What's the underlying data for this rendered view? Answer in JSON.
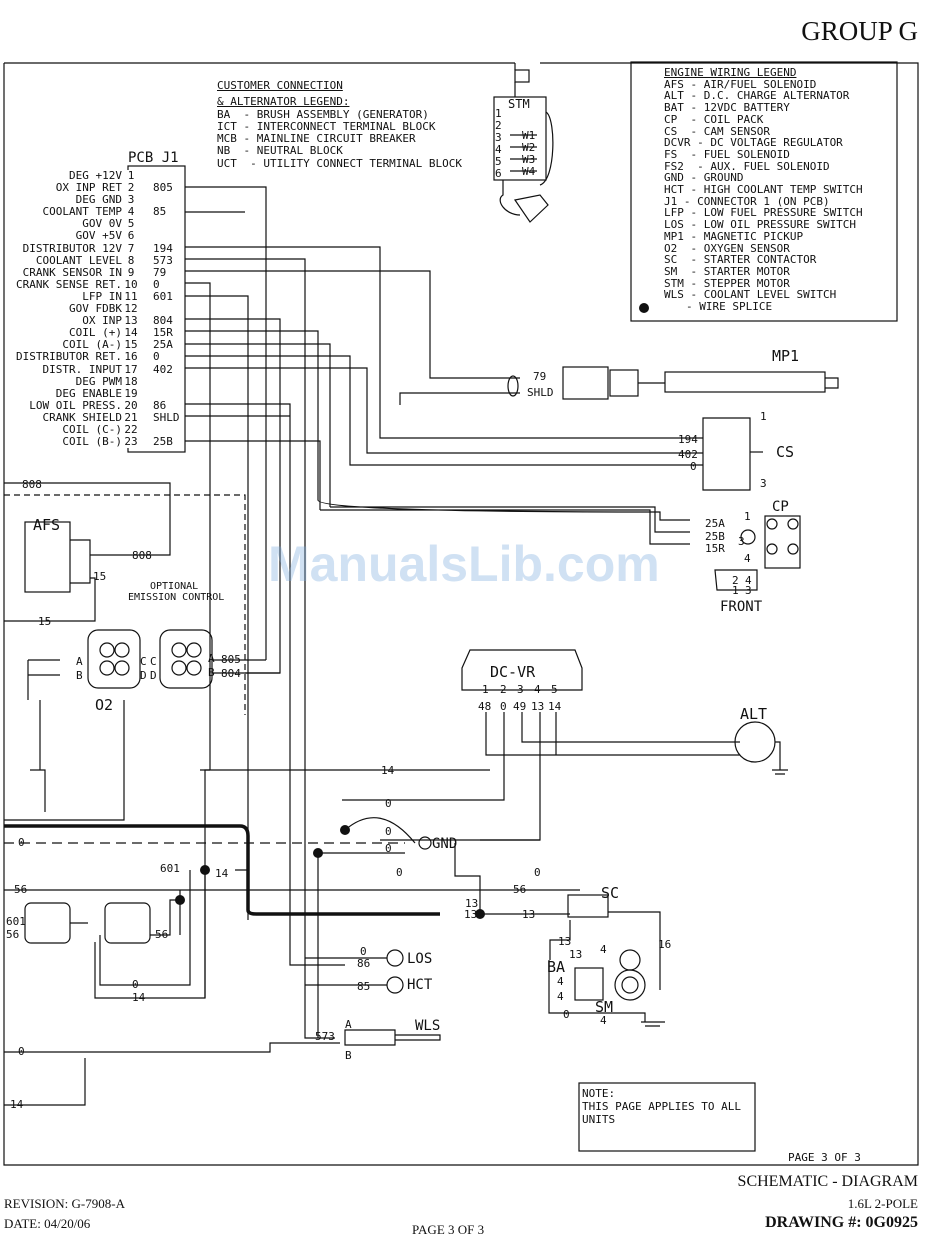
{
  "header": {
    "group": "GROUP G"
  },
  "customer_legend": {
    "title1": "CUSTOMER CONNECTION",
    "title2": "& ALTERNATOR LEGEND:",
    "items": [
      "BA  - BRUSH ASSEMBLY (GENERATOR)",
      "ICT - INTERCONNECT TERMINAL BLOCK",
      "MCB - MAINLINE CIRCUIT BREAKER",
      "NB  - NEUTRAL BLOCK",
      "UCT  - UTILITY CONNECT TERMINAL BLOCK"
    ]
  },
  "engine_legend": {
    "title": "ENGINE WIRING LEGEND",
    "items": [
      "AFS - AIR/FUEL SOLENOID",
      "ALT - D.C. CHARGE ALTERNATOR",
      "BAT - 12VDC BATTERY",
      "CP  - COIL PACK",
      "CS  - CAM SENSOR",
      "DCVR - DC VOLTAGE REGULATOR",
      "FS  - FUEL SOLENOID",
      "FS2  - AUX. FUEL SOLENOID",
      "GND - GROUND",
      "HCT - HIGH COOLANT TEMP SWITCH",
      "J1 - CONNECTOR 1 (ON PCB)",
      "LFP - LOW FUEL PRESSURE SWITCH",
      "LOS - LOW OIL PRESSURE SWITCH",
      "MP1 - MAGNETIC PICKUP",
      "O2  - OXYGEN SENSOR",
      "SC  - STARTER CONTACTOR",
      "SM  - STARTER MOTOR",
      "STM - STEPPER MOTOR",
      "WLS - COOLANT LEVEL SWITCH"
    ],
    "splice_label": "- WIRE SPLICE"
  },
  "pcb": {
    "title": "PCB J1",
    "pins": [
      {
        "label": "DEG +12V",
        "num": "1",
        "wire": ""
      },
      {
        "label": "OX INP RET",
        "num": "2",
        "wire": "805"
      },
      {
        "label": "DEG GND",
        "num": "3",
        "wire": ""
      },
      {
        "label": "COOLANT TEMP",
        "num": "4",
        "wire": "85"
      },
      {
        "label": "GOV 0V",
        "num": "5",
        "wire": ""
      },
      {
        "label": "GOV +5V",
        "num": "6",
        "wire": ""
      },
      {
        "label": "DISTRIBUTOR 12V",
        "num": "7",
        "wire": "194"
      },
      {
        "label": "COOLANT LEVEL",
        "num": "8",
        "wire": "573"
      },
      {
        "label": "CRANK SENSOR IN",
        "num": "9",
        "wire": "79"
      },
      {
        "label": "CRANK SENSE RET.",
        "num": "10",
        "wire": "0"
      },
      {
        "label": "LFP IN",
        "num": "11",
        "wire": "601"
      },
      {
        "label": "GOV FDBK",
        "num": "12",
        "wire": ""
      },
      {
        "label": "OX INP",
        "num": "13",
        "wire": "804"
      },
      {
        "label": "COIL (+)",
        "num": "14",
        "wire": "15R"
      },
      {
        "label": "COIL (A-)",
        "num": "15",
        "wire": "25A"
      },
      {
        "label": "DISTRIBUTOR RET.",
        "num": "16",
        "wire": "0"
      },
      {
        "label": "DISTR. INPUT",
        "num": "17",
        "wire": "402"
      },
      {
        "label": "DEG PWM",
        "num": "18",
        "wire": ""
      },
      {
        "label": "DEG ENABLE",
        "num": "19",
        "wire": ""
      },
      {
        "label": "LOW OIL PRESS.",
        "num": "20",
        "wire": "86"
      },
      {
        "label": "CRANK SHIELD",
        "num": "21",
        "wire": "SHLD"
      },
      {
        "label": "COIL (C-)",
        "num": "22",
        "wire": ""
      },
      {
        "label": "COIL (B-)",
        "num": "23",
        "wire": "25B"
      }
    ]
  },
  "stm": {
    "title": "STM",
    "pins": [
      "1",
      "2",
      "3",
      "4",
      "5",
      "6"
    ],
    "wires": [
      "W1",
      "W2",
      "W3",
      "W4"
    ]
  },
  "components": {
    "mp1": "MP1",
    "cs": "CS",
    "cp": "CP",
    "front": "FRONT",
    "afs": "AFS",
    "optional": "OPTIONAL",
    "emission": "EMISSION CONTROL",
    "o2": "O2",
    "dcvr": "DC-VR",
    "alt": "ALT",
    "gnd": "GND",
    "sc": "SC",
    "ba": "BA",
    "sm": "SM",
    "los": "LOS",
    "hct": "HCT",
    "wls": "WLS"
  },
  "wires": {
    "w79": "79",
    "shld": "SHLD",
    "w194": "194",
    "w402": "402",
    "w0": "0",
    "w25a": "25A",
    "w25b": "25B",
    "w15r": "15R",
    "w808": "808",
    "w15": "15",
    "w805": "805",
    "w804": "804",
    "w14": "14",
    "w56": "56",
    "w601": "601",
    "w13": "13",
    "w16": "16",
    "w86": "86",
    "w85": "85",
    "w573": "573",
    "w4": "4",
    "w48": "48",
    "w49": "49",
    "ga": "A",
    "gb": "B",
    "gc": "C",
    "gd": "D",
    "t1": "1",
    "t2": "2",
    "t3": "3",
    "t4": "4",
    "t5": "5"
  },
  "note": {
    "title": "NOTE:",
    "text1": "THIS PAGE APPLIES TO ALL",
    "text2": "UNITS"
  },
  "watermark": "ManualsLib.com",
  "page_inner": "PAGE 3 OF 3",
  "footer": {
    "schematic": "SCHEMATIC - DIAGRAM",
    "model": "1.6L 2-POLE",
    "revision": "REVISION: G-7908-A",
    "date": "DATE: 04/20/06",
    "page": "PAGE 3 OF 3",
    "drawing": "DRAWING #: 0G0925"
  }
}
